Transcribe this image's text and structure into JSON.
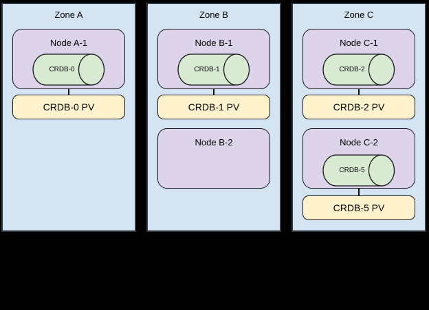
{
  "colors": {
    "background": "#000000",
    "zone_fill": "#d4e4f2",
    "zone_border": "#343a42",
    "node_fill": "#ddd3ea",
    "shape_border": "#16161a",
    "database_fill": "#d9ead3",
    "pv_fill": "#fff2cc",
    "text": "#000000"
  },
  "diagram": {
    "zones": [
      {
        "title": "Zone A",
        "nodes": [
          {
            "label": "Node A-1",
            "db_label": "CRDB-0"
          }
        ],
        "pvs": [
          {
            "label": "CRDB-0 PV"
          }
        ]
      },
      {
        "title": "Zone B",
        "nodes": [
          {
            "label": "Node B-1",
            "db_label": "CRDB-1"
          },
          {
            "label": "Node B-2"
          }
        ],
        "pvs": [
          {
            "label": "CRDB-1 PV"
          }
        ]
      },
      {
        "title": "Zone C",
        "nodes": [
          {
            "label": "Node C-1",
            "db_label": "CRDB-2"
          },
          {
            "label": "Node C-2",
            "db_label": "CRDB-5"
          }
        ],
        "pvs": [
          {
            "label": "CRDB-2 PV"
          },
          {
            "label": "CRDB-5 PV"
          }
        ]
      }
    ]
  }
}
